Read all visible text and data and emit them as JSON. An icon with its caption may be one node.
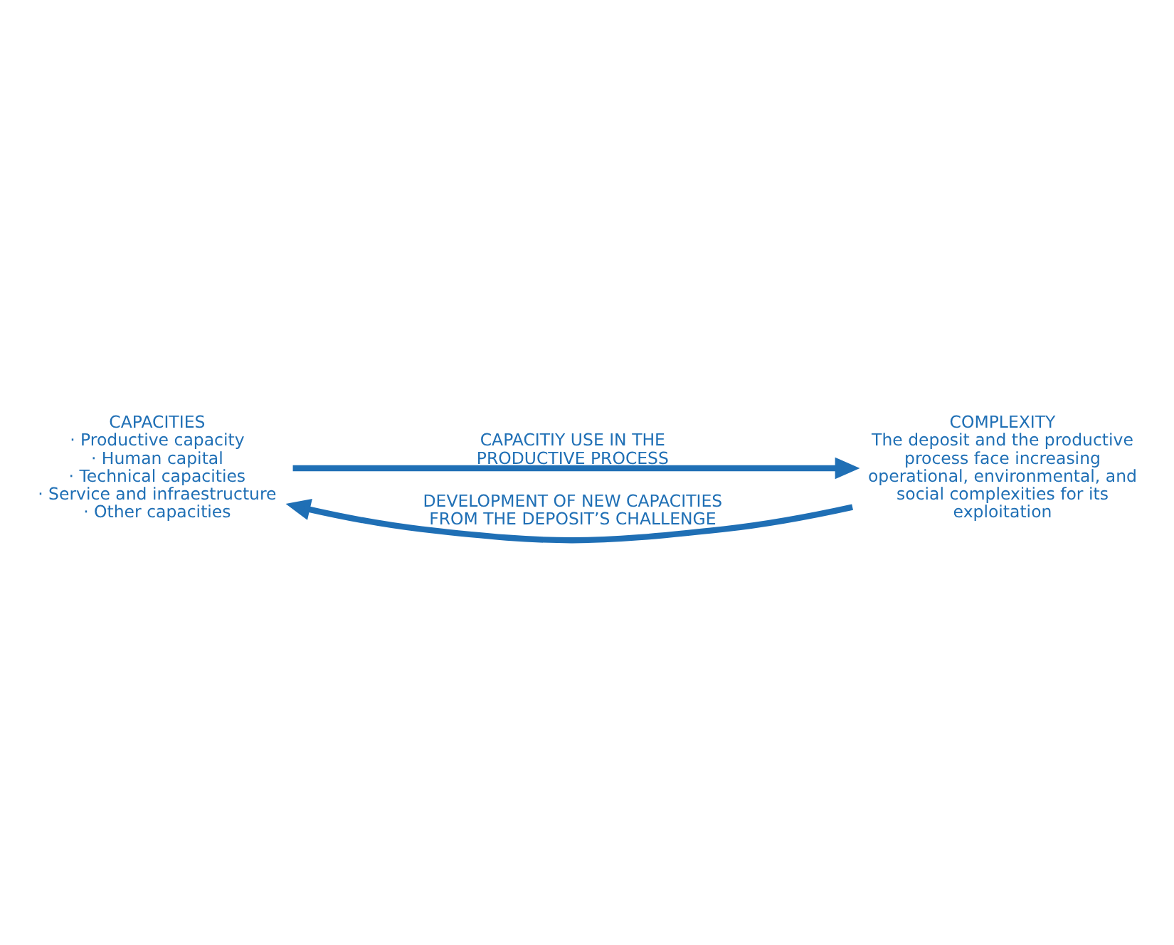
{
  "diagram": {
    "nodes": [
      {
        "text": [
          "CAPACITIES",
          "· Productive capacity",
          "· Human capital",
          "· Technical capacities",
          "· Service and infraestructure",
          "· Other capacities"
        ]
      },
      {
        "text": [
          "COMPLEXITY",
          "The deposit and the productive process face increasing operational, environmental, and social complexities for its exploitation"
        ]
      }
    ],
    "edges": [
      {
        "from": 0,
        "to": 1,
        "arrow": "to",
        "label": "CAPACITIY USE IN THE PRODUCTIVE PROCESS"
      },
      {
        "from": 1,
        "to": 0,
        "arrow": "to",
        "label": "DEVELOPMENT OF NEW CAPACITIES FROM THE DEPOSIT’S CHALLENGE"
      }
    ]
  }
}
